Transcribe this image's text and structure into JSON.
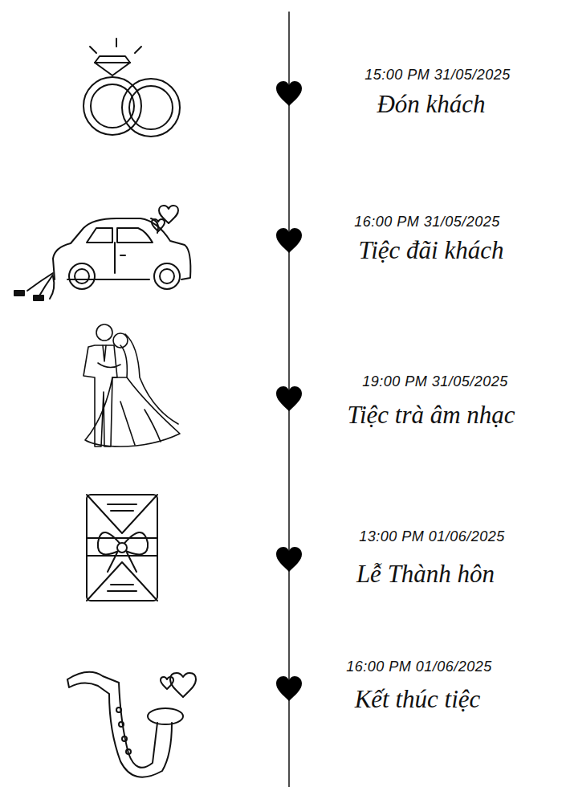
{
  "diagram": {
    "labels": [
      "15:00 PM 31/05/2025",
      "Đón khách",
      "16:00 PM 31/05/2025",
      "Tiệc đãi khách",
      "19:00 PM 31/05/2025",
      "Tiệc trà âm nhạc",
      "13:00 PM 01/06/2025",
      "Lễ Thành hôn",
      "16:00 PM 01/06/2025",
      "Kết thúc tiệc"
    ]
  }
}
